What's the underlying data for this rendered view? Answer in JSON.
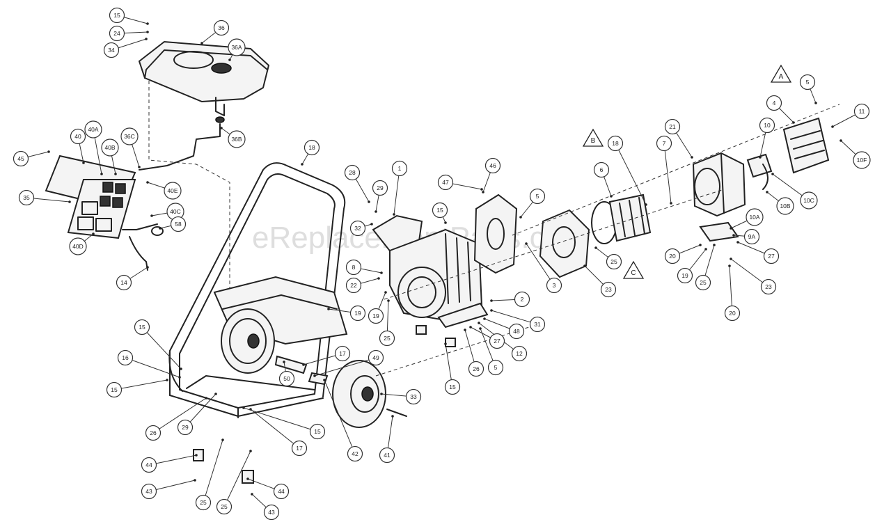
{
  "watermark": "eReplacementParts.com",
  "section_markers": [
    "A",
    "B",
    "C"
  ],
  "callouts": [
    "15",
    "24",
    "34",
    "36",
    "36A",
    "36B",
    "36C",
    "45",
    "40",
    "40A",
    "40B",
    "40E",
    "35",
    "40C",
    "40D",
    "58",
    "14",
    "18",
    "28",
    "1",
    "29",
    "46",
    "47",
    "5",
    "15",
    "32",
    "8",
    "22",
    "19",
    "21",
    "18",
    "7",
    "6",
    "5",
    "4",
    "11",
    "10",
    "10F",
    "10C",
    "10B",
    "10A",
    "9A",
    "27",
    "20",
    "19",
    "25",
    "23",
    "20",
    "25",
    "23",
    "3",
    "2",
    "31",
    "48",
    "12",
    "27",
    "26",
    "5",
    "15",
    "25",
    "19",
    "15",
    "15",
    "16",
    "17",
    "49",
    "50",
    "33",
    "42",
    "41",
    "26",
    "29",
    "17",
    "15",
    "44",
    "43",
    "25",
    "25",
    "44",
    "43"
  ]
}
